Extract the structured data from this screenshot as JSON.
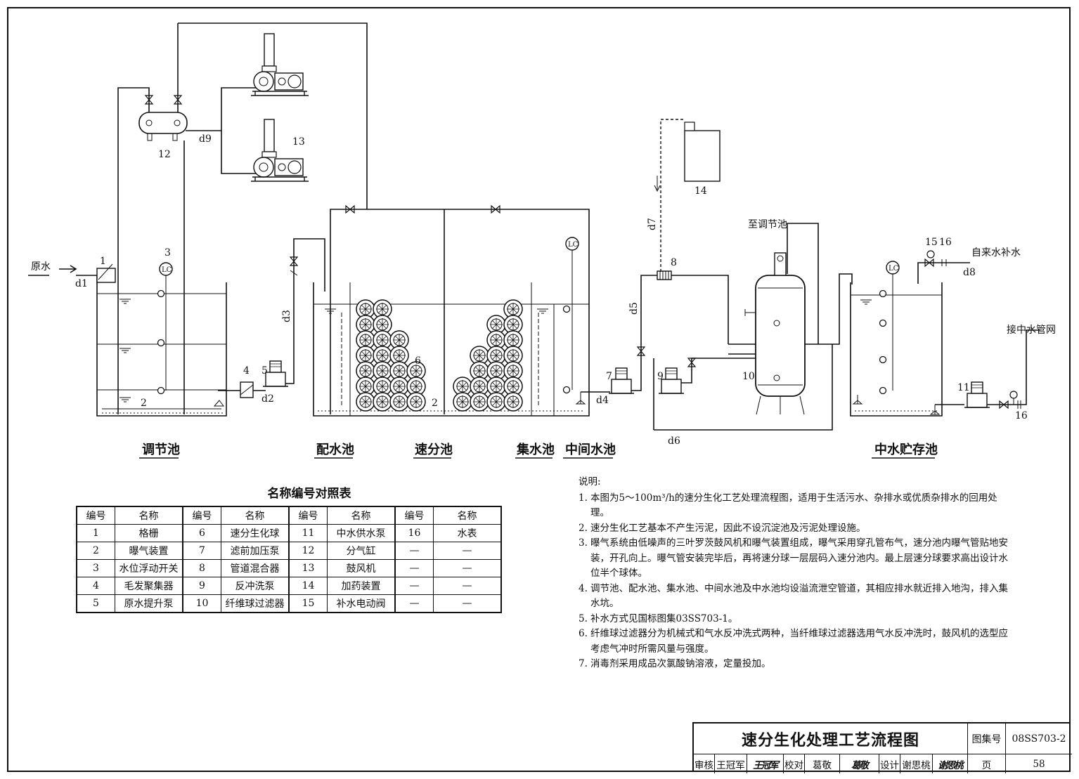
{
  "labels": {
    "raw_water": "原水",
    "d1": "d1",
    "d2": "d2",
    "d3": "d3",
    "d4": "d4",
    "d5": "d5",
    "d6": "d6",
    "d7": "d7",
    "d8": "d8",
    "d9": "d9",
    "to_tank": "至调节池",
    "tap_water": "自来水补水",
    "reuse_network": "接中水管网",
    "lc": "LC",
    "n1": "1",
    "n2": "2",
    "n3": "3",
    "n4": "4",
    "n5": "5",
    "n6": "6",
    "n7": "7",
    "n8": "8",
    "n9": "9",
    "n10": "10",
    "n11": "11",
    "n12": "12",
    "n13": "13",
    "n14": "14",
    "n15": "15",
    "n16": "16"
  },
  "areas": {
    "equalization": "调节池",
    "distribution": "配水池",
    "rapid": "速分池",
    "collection": "集水池",
    "intermediate": "中间水池",
    "storage": "中水贮存池"
  },
  "legend": {
    "title": "名称编号对照表",
    "headers": [
      "编号",
      "名称",
      "编号",
      "名称",
      "编号",
      "名称",
      "编号",
      "名称"
    ],
    "rows": [
      [
        "1",
        "格栅",
        "6",
        "速分生化球",
        "11",
        "中水供水泵",
        "16",
        "水表"
      ],
      [
        "2",
        "曝气装置",
        "7",
        "滤前加压泵",
        "12",
        "分气缸",
        "—",
        "—"
      ],
      [
        "3",
        "水位浮动开关",
        "8",
        "管道混合器",
        "13",
        "鼓风机",
        "—",
        "—"
      ],
      [
        "4",
        "毛发聚集器",
        "9",
        "反冲洗泵",
        "14",
        "加药装置",
        "—",
        "—"
      ],
      [
        "5",
        "原水提升泵",
        "10",
        "纤维球过滤器",
        "15",
        "补水电动阀",
        "—",
        "—"
      ]
    ]
  },
  "notes": {
    "head": "说明:",
    "items": [
      {
        "num": "1.",
        "text": "本图为5～100m³/h的速分生化工艺处理流程图，适用于生活污水、杂排水或优质杂排水的回用处理。"
      },
      {
        "num": "2.",
        "text": "速分生化工艺基本不产生污泥，因此不设沉淀池及污泥处理设施。"
      },
      {
        "num": "3.",
        "text": "曝气系统由低噪声的三叶罗茨鼓风机和曝气装置组成，曝气采用穿孔管布气，速分池内曝气管贴地安装，开孔向上。曝气管安装完毕后，再将速分球一层层码入速分池内。最上层速分球要求高出设计水位半个球体。"
      },
      {
        "num": "4.",
        "text": "调节池、配水池、集水池、中间水池及中水池均设溢流泄空管道，其相应排水就近排入地沟，排入集水坑。"
      },
      {
        "num": "5.",
        "text": "补水方式见国标图集03SS703-1。"
      },
      {
        "num": "6.",
        "text": "纤维球过滤器分为机械式和气水反冲洗式两种，当纤维球过滤器选用气水反冲洗时，鼓风机的选型应考虑气冲时所需风量与强度。"
      },
      {
        "num": "7.",
        "text": "消毒剂采用成品次氯酸钠溶液，定量投加。"
      }
    ]
  },
  "title_block": {
    "title": "速分生化处理工艺流程图",
    "atlas_label": "图集号",
    "atlas_no": "08SS703-2",
    "review_label": "审核",
    "reviewer": "王冠军",
    "review_sig": "王冠军",
    "check_label": "校对",
    "checker": "葛敬",
    "check_sig": "葛敬",
    "design_label": "设计",
    "designer": "谢思桃",
    "design_sig": "谢思桃",
    "page_label": "页",
    "page_no": "58"
  },
  "colors": {
    "line": "#111111",
    "background": "#ffffff"
  }
}
